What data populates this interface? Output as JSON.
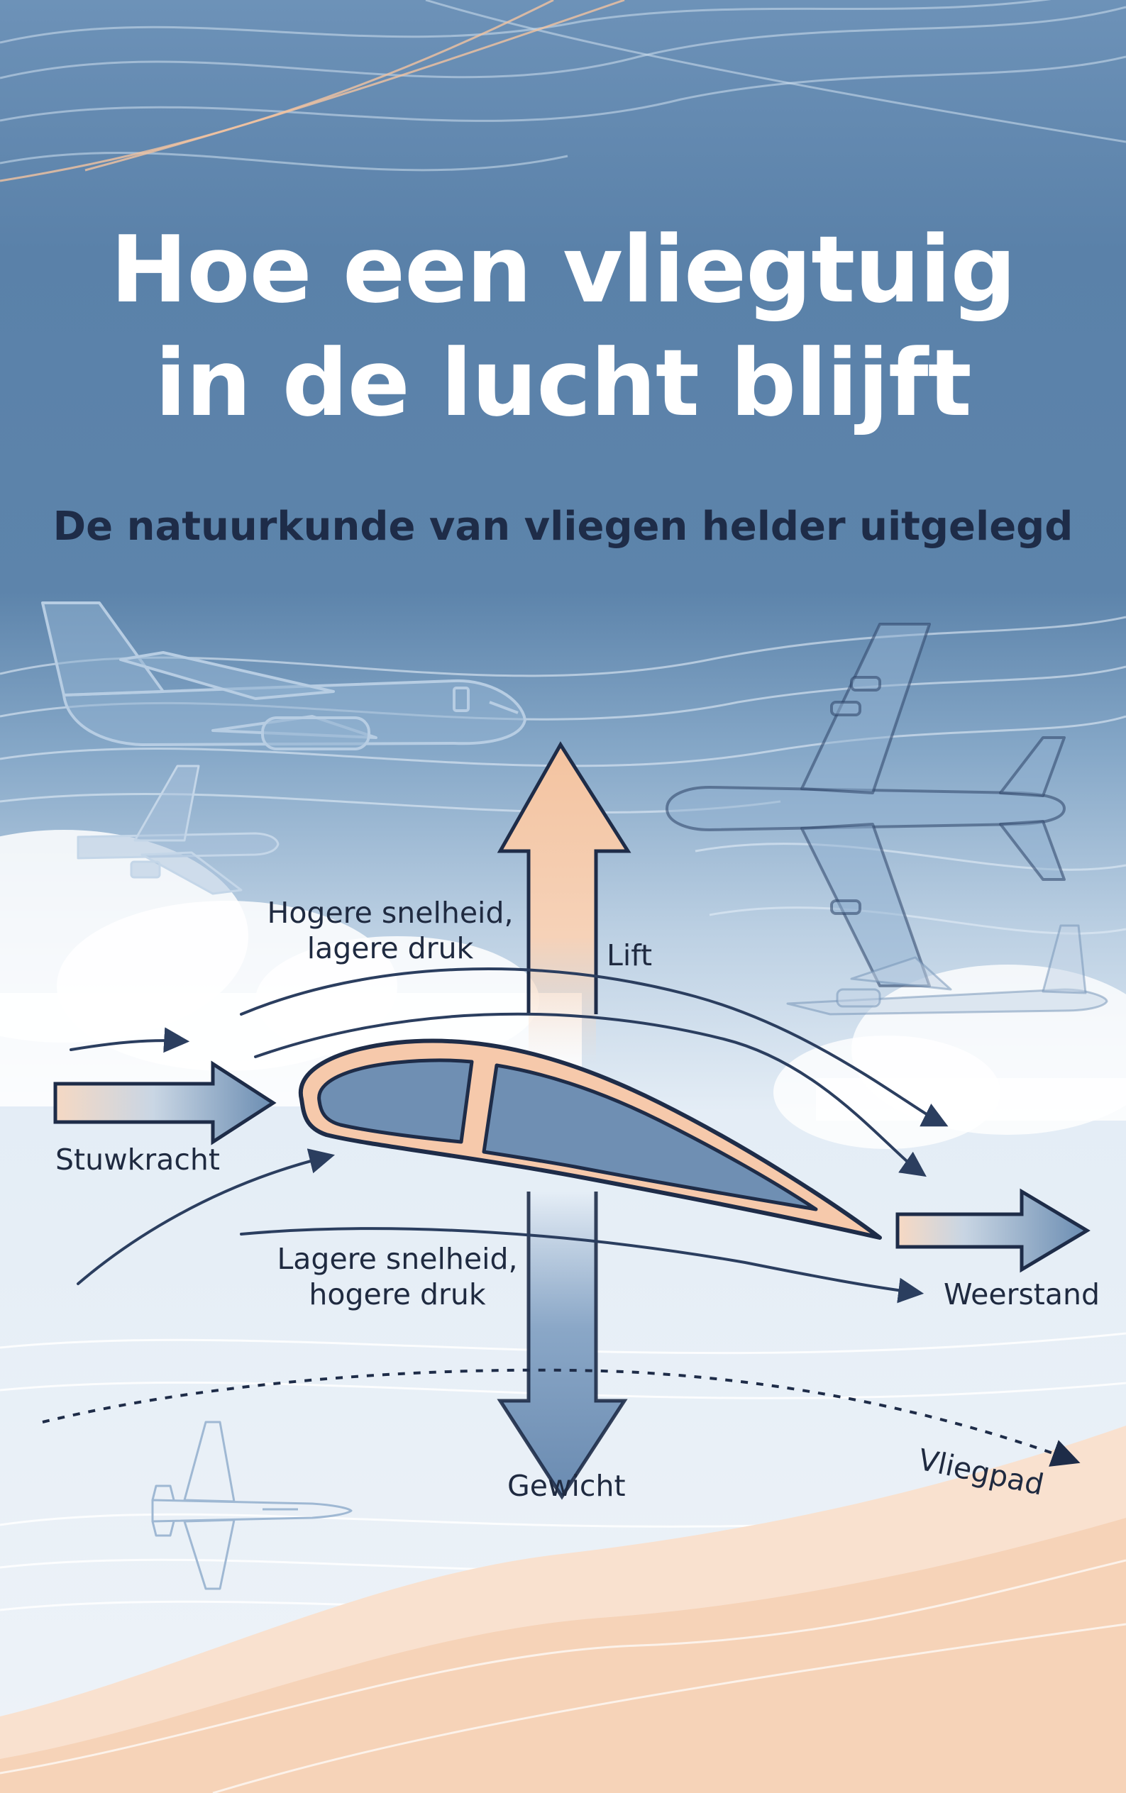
{
  "cover": {
    "title_line1": "Hoe een vliegtuig",
    "title_line2": "in de lucht blijft",
    "subtitle": "De natuurkunde van vliegen helder uitgelegd"
  },
  "labels": {
    "upper_flow_line1": "Hogere snelheid,",
    "upper_flow_line2": "lagere druk",
    "lower_flow_line1": "Lagere snelheid,",
    "lower_flow_line2": "hogere druk",
    "lift": "Lift",
    "thrust": "Stuwkracht",
    "drag": "Weerstand",
    "weight": "Gewicht",
    "flight_path": "Vliegpad"
  },
  "colors": {
    "sky_dark": "#5b82aa",
    "sky_mid": "#8fb0cf",
    "sky_light": "#e6eef6",
    "peach": "#f6d2b6",
    "outline_navy": "#1e2c48",
    "arrow_blue": "#6b8db2",
    "arrow_peach": "#f3c8a8"
  },
  "icons": [
    "airliner-side-icon",
    "airliner-top-icon",
    "jet-fighter-icon",
    "airfoil-icon"
  ]
}
